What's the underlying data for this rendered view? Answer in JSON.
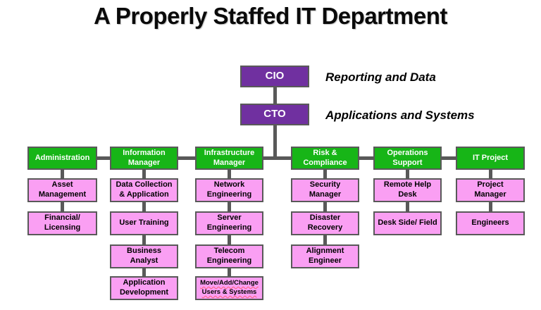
{
  "title": "A Properly Staffed IT Department",
  "executives": {
    "cio": {
      "label": "CIO",
      "annotation": "Reporting and Data"
    },
    "cto": {
      "label": "CTO",
      "annotation": "Applications and Systems"
    }
  },
  "columns": [
    {
      "manager": "Administration",
      "children": [
        "Asset\nManagement",
        "Financial/\nLicensing"
      ]
    },
    {
      "manager": "Information\nManager",
      "children": [
        "Data Collection\n& Application",
        "User Training",
        "Business\nAnalyst",
        "Application\nDevelopment"
      ]
    },
    {
      "manager": "Infrastructure\nManager",
      "children": [
        "Network\nEngineering",
        "Server\nEngineering",
        "Telecom\nEngineering",
        "Move/Add/Change\nUsers & Systems"
      ]
    },
    {
      "manager": "Risk &\nCompliance",
      "children": [
        "Security\nManager",
        "Disaster\nRecovery",
        "Alignment\nEngineer"
      ]
    },
    {
      "manager": "Operations\nSupport",
      "children": [
        "Remote Help\nDesk",
        "Desk Side/ Field"
      ]
    },
    {
      "manager": "IT Project",
      "children": [
        "Project\nManager",
        "Engineers"
      ]
    }
  ],
  "colors": {
    "executive_purple": "#7030A0",
    "manager_green": "#17B517",
    "staff_pink": "#FA9FF3",
    "connector_gray": "#595959",
    "background": "#FFFFFF",
    "title_text": "#0A0A0A"
  }
}
